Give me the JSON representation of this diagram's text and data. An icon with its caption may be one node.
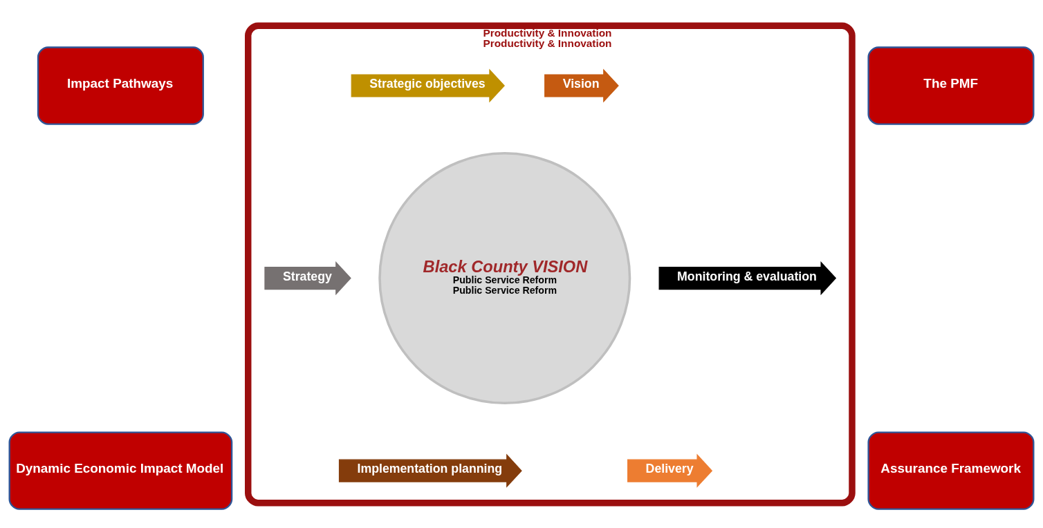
{
  "diagram": {
    "nodes": [
      {
        "text": [
          "Impact Pathways"
        ]
      },
      {
        "text": [
          "The PMF"
        ]
      },
      {
        "text": [
          "Productivity & Innovation",
          "Productivity & Innovation"
        ]
      },
      {
        "text": [
          "Vision"
        ],
        "in": 2
      },
      {
        "text": [
          "Strategic objectives"
        ],
        "in": 2
      },
      {
        "text": [
          "Strategy"
        ],
        "in": 2
      },
      {
        "text": [
          "Implementation planning"
        ],
        "in": 2
      },
      {
        "text": [
          "Delivery"
        ],
        "in": 2
      },
      {
        "text": [
          "Monitoring & evaluation"
        ],
        "in": 2
      },
      {
        "text": [
          "Black County VISION",
          "Public Service Reform",
          "Public Service Reform"
        ],
        "in": 2
      },
      {
        "text": [
          "Dynamic Economic Impact Model"
        ]
      },
      {
        "text": [
          "Assurance Framework"
        ]
      }
    ],
    "edges": []
  }
}
